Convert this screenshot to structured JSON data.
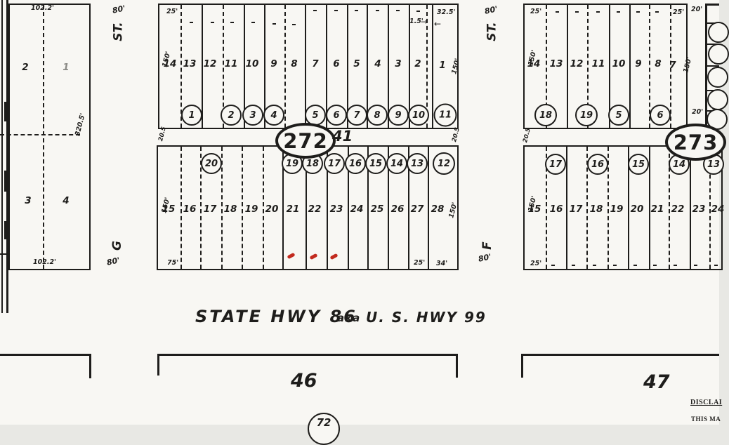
{
  "highway": {
    "name": "STATE HWY 86",
    "aka": "aka",
    "alt": "U. S. HWY 99"
  },
  "streets": {
    "g": {
      "st": "ST.",
      "w_top": "80'",
      "name": "G",
      "w_bot": "80'"
    },
    "f": {
      "st": "ST.",
      "w_top": "80'",
      "name": "F",
      "w_bot": "80'"
    }
  },
  "left_block": {
    "top_dim": "102.2'",
    "bottom_dim": "102.2'",
    "right_dim": "320.5'",
    "lots": [
      "2",
      "1",
      "3",
      "4"
    ]
  },
  "b272": {
    "oval": "272",
    "annex": "41",
    "top": {
      "w_label": "25'",
      "left_depth": "150'",
      "right_depth": "150'",
      "corner_dim": "32.5'",
      "jog_dim": "1.5'",
      "alley_left": "20.5",
      "alley_right": "20.5",
      "lots": [
        "14",
        "13",
        "12",
        "11",
        "10",
        "9",
        "8",
        "7",
        "6",
        "5",
        "4",
        "3",
        "2",
        "1"
      ],
      "circles": [
        "1",
        "2",
        "3",
        "4",
        "5",
        "6",
        "7",
        "8",
        "9",
        "10",
        "11"
      ]
    },
    "bottom": {
      "left_depth": "150'",
      "right_depth": "150'",
      "w_label": "75'",
      "dim_27": "25'",
      "dim_28": "34'",
      "lots": [
        "15",
        "16",
        "17",
        "18",
        "19",
        "20",
        "21",
        "22",
        "23",
        "24",
        "25",
        "26",
        "27",
        "28"
      ],
      "circles": [
        "20",
        "19",
        "18",
        "17",
        "16",
        "15",
        "14",
        "13",
        "12"
      ]
    }
  },
  "b273": {
    "oval": "273",
    "top": {
      "w_left": "25'",
      "w_right": "25'",
      "street_top": "20'",
      "street_bot": "20'",
      "left_depth": "150'",
      "right_depth": "150'",
      "lots": [
        "14",
        "13",
        "12",
        "11",
        "10",
        "9",
        "8",
        "7"
      ],
      "circles": [
        "18",
        "19",
        "5",
        "6"
      ]
    },
    "bottom": {
      "alley_left": "20.5",
      "left_depth": "150'",
      "w_label": "25'",
      "lots": [
        "15",
        "16",
        "17",
        "18",
        "19",
        "20",
        "21",
        "22",
        "23",
        "24"
      ],
      "circles": [
        "17",
        "16",
        "15",
        "14",
        "13"
      ]
    }
  },
  "bottom_blocks": {
    "b46": "46",
    "b47": "47",
    "circle_partial": "72"
  },
  "disclaimer": {
    "line1": "DISCLAI",
    "line2": "THIS MA"
  },
  "icons": {
    "arrow_right": "→",
    "arrow_left": "←"
  }
}
